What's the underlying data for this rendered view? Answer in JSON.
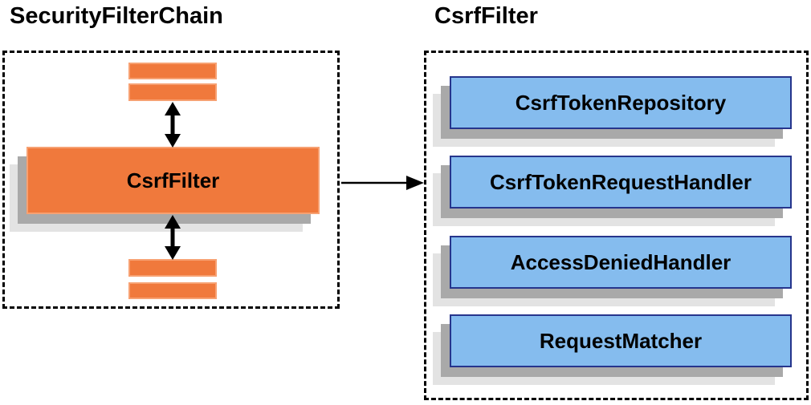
{
  "diagram": {
    "left_panel": {
      "title": "SecurityFilterChain",
      "main_box_label": "CsrfFilter",
      "other_filter_bars_count": 4
    },
    "right_panel": {
      "title": "CsrfFilter",
      "components": [
        "CsrfTokenRepository",
        "CsrfTokenRequestHandler",
        "AccessDeniedHandler",
        "RequestMatcher"
      ]
    },
    "colors": {
      "background": "#FFFFFF",
      "orange_fill": "#F0793C",
      "orange_border": "#F7A172",
      "blue_fill": "#85BCEE",
      "blue_border": "#26358C",
      "shadow_dark": "#A9A9A9",
      "shadow_light": "#E3E3E3",
      "arrow": "#000000",
      "dashed_border": "#000000",
      "text": "#000000"
    }
  }
}
